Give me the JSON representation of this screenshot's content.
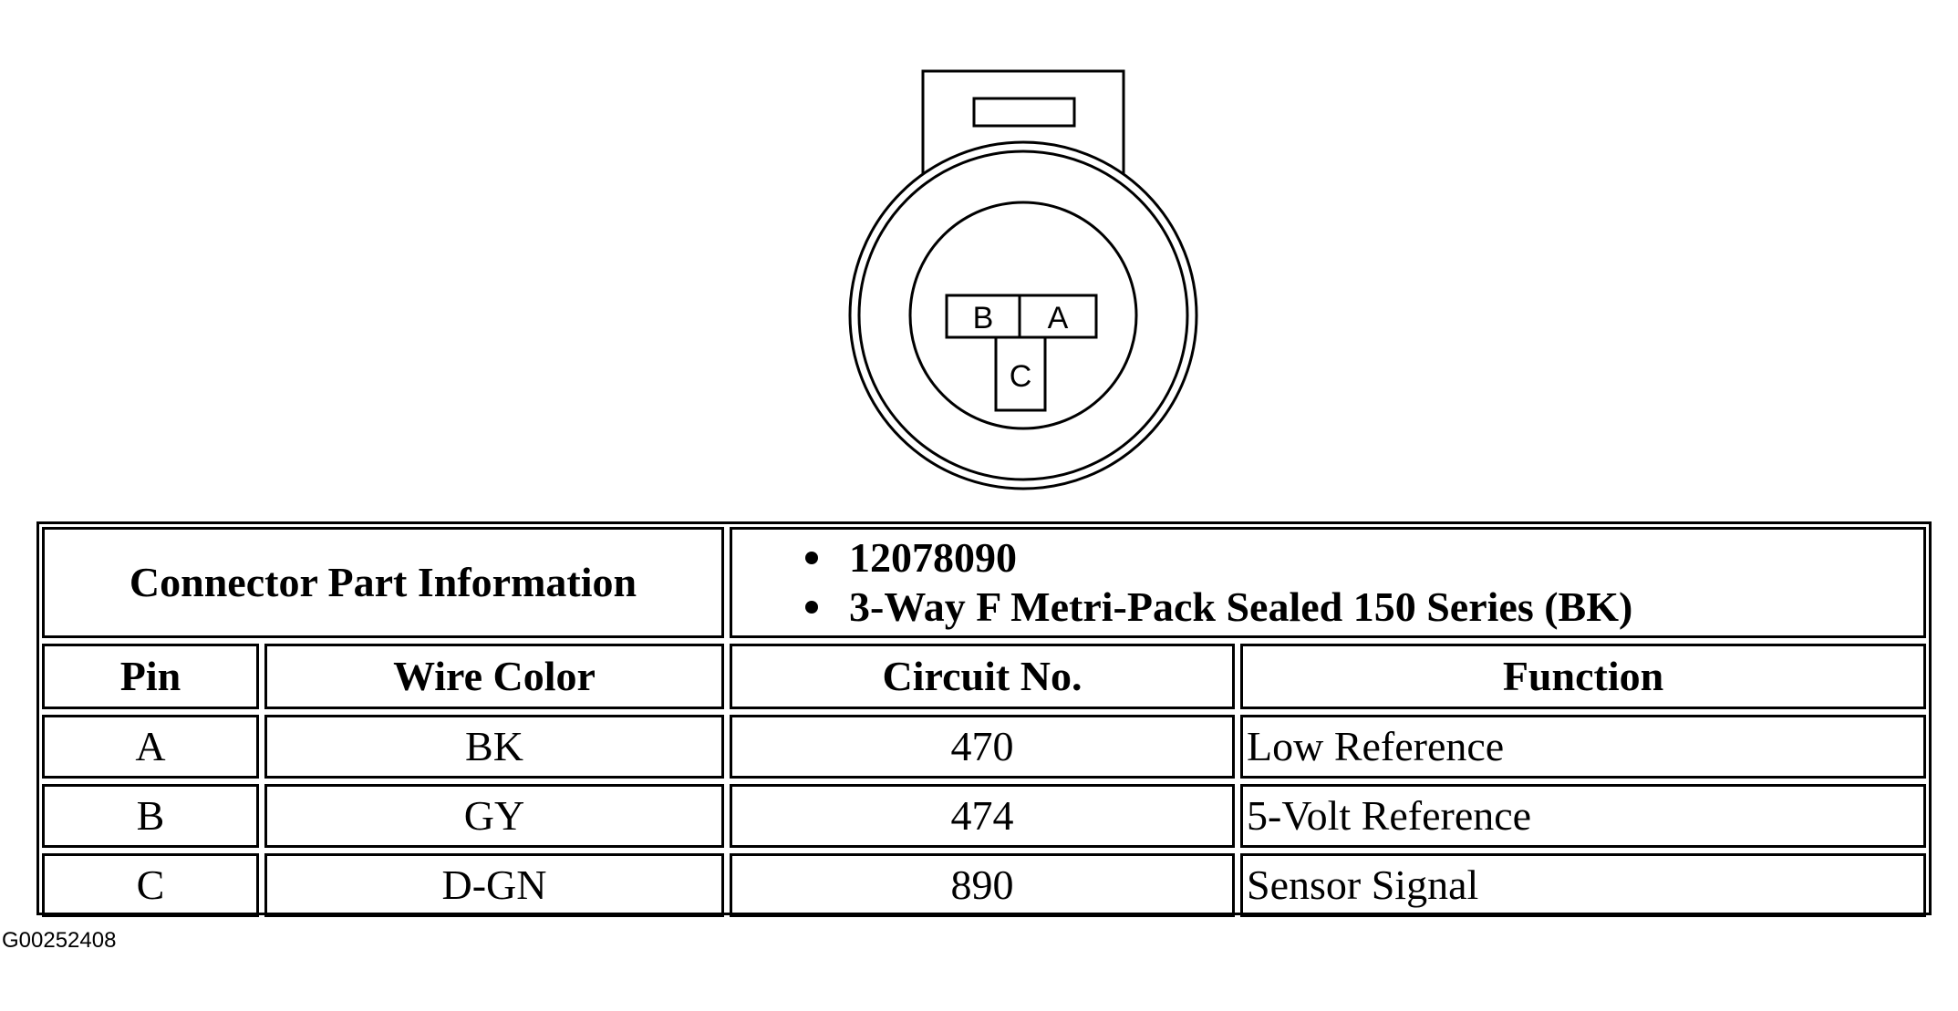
{
  "connector": {
    "pins": [
      "B",
      "A",
      "C"
    ]
  },
  "table": {
    "info_label": "Connector Part Information",
    "info_values": [
      "12078090",
      "3-Way F Metri-Pack Sealed 150 Series (BK)"
    ],
    "headers": [
      "Pin",
      "Wire Color",
      "Circuit No.",
      "Function"
    ],
    "rows": [
      [
        "A",
        "BK",
        "470",
        "Low Reference"
      ],
      [
        "B",
        "GY",
        "474",
        "5-Volt Reference"
      ],
      [
        "C",
        "D-GN",
        "890",
        "Sensor Signal"
      ]
    ]
  },
  "figure_id": "G00252408"
}
